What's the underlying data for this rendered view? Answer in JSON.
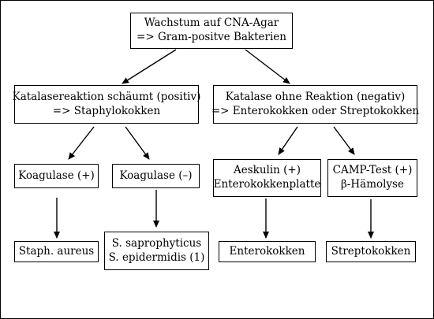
{
  "nodes": {
    "root": [
      "Wachstum auf CNA-Agar",
      "=> Gram-positve Bakterien"
    ],
    "katalase_pos": [
      "Katalasereaktion schäumt (positiv)",
      "=> Staphylokokken"
    ],
    "katalase_neg": [
      "Katalase ohne Reaktion (negativ)",
      "=> Enterokokken oder Streptokokken"
    ],
    "koag_pos": [
      "Koagulase (+)"
    ],
    "koag_neg": [
      "Koagulase (–)"
    ],
    "aeskulin": [
      "Aeskulin (+)",
      "Enterokokkenplatte"
    ],
    "camp": [
      "CAMP-Test (+)",
      "β-Hämolyse"
    ],
    "staph_aureus": [
      "Staph. aureus"
    ],
    "saprophyticus": [
      "S. saprophyticus",
      "S. epidermidis (1)"
    ],
    "enterokokken": [
      "Enterokokken"
    ],
    "streptokokken": [
      "Streptokokken"
    ]
  }
}
